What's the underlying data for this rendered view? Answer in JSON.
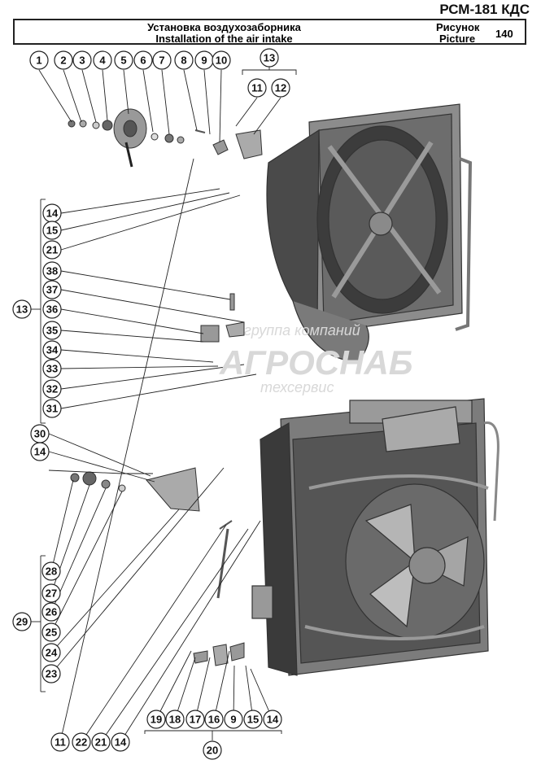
{
  "header": {
    "model_code": "РСМ-181 КДС",
    "title_ru": "Установка воздухозаборника",
    "title_en": "Installation of the air intake",
    "figure_ru": "Рисунок",
    "figure_en": "Picture",
    "figure_number": "140"
  },
  "watermark": {
    "line1": "группа компаний",
    "line2": "АГРОСНАБ",
    "line3": "техсервис"
  },
  "callouts": {
    "top_row": [
      "1",
      "2",
      "3",
      "4",
      "5",
      "6",
      "7",
      "8",
      "9",
      "10"
    ],
    "group13_top": {
      "group": "13",
      "items": [
        "11",
        "12"
      ]
    },
    "left_group13": {
      "group": "13",
      "items": [
        "14",
        "15",
        "21",
        "38",
        "37",
        "36",
        "35",
        "34",
        "33",
        "32",
        "31"
      ]
    },
    "mid_left": [
      "30",
      "14"
    ],
    "left_group29": {
      "group": "29",
      "items": [
        "28",
        "27",
        "26",
        "25",
        "24"
      ]
    },
    "below": [
      "23"
    ],
    "bottom_row_left": [
      "11",
      "22",
      "21",
      "14"
    ],
    "bottom_group20": {
      "group": "20",
      "items": [
        "19",
        "18",
        "17",
        "16",
        "9",
        "15",
        "14"
      ]
    }
  }
}
